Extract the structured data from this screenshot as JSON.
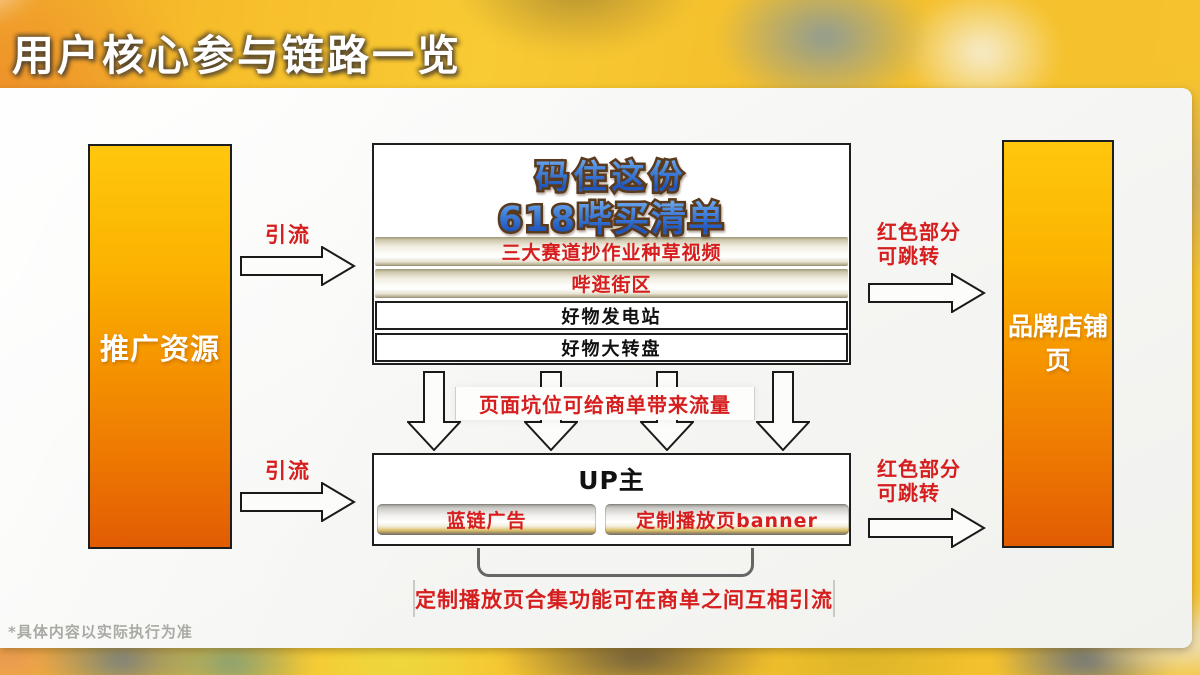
{
  "slide": {
    "title": "用户核心参与链路一览",
    "footnote": "*具体内容以实际执行为准"
  },
  "flow": {
    "left_box": {
      "label": "推广资源"
    },
    "right_box": {
      "label": "品牌店铺页"
    },
    "campaign_box": {
      "headline_line1": "码住这份",
      "headline_line2": "618哔买清单",
      "rows": [
        {
          "label": "三大赛道抄作业种草视频",
          "style": "highlight-red"
        },
        {
          "label": "哔逛街区",
          "style": "highlight-red"
        },
        {
          "label": "好物发电站",
          "style": "plain"
        },
        {
          "label": "好物大转盘",
          "style": "plain"
        }
      ]
    },
    "up_box": {
      "title": "UP主",
      "items": [
        {
          "label": "蓝链广告"
        },
        {
          "label": "定制播放页banner"
        }
      ]
    },
    "arrows": {
      "diversion_top_label": "引流",
      "diversion_bottom_label": "引流",
      "jump_top_line1": "红色部分",
      "jump_top_line2": "可跳转",
      "jump_bottom_line1": "红色部分",
      "jump_bottom_line2": "可跳转"
    },
    "notes": {
      "funnel_note": "页面坑位可给商单带来流量",
      "collection_note": "定制播放页合集功能可在商单之间互相引流"
    }
  },
  "colors": {
    "accent_red": "#d61e1e",
    "box_orange_top": "#ffc70d",
    "box_orange_bottom": "#e25c03",
    "headline_blue": "#2f6fd6",
    "headline_outline_brown": "#5a3a1c"
  }
}
